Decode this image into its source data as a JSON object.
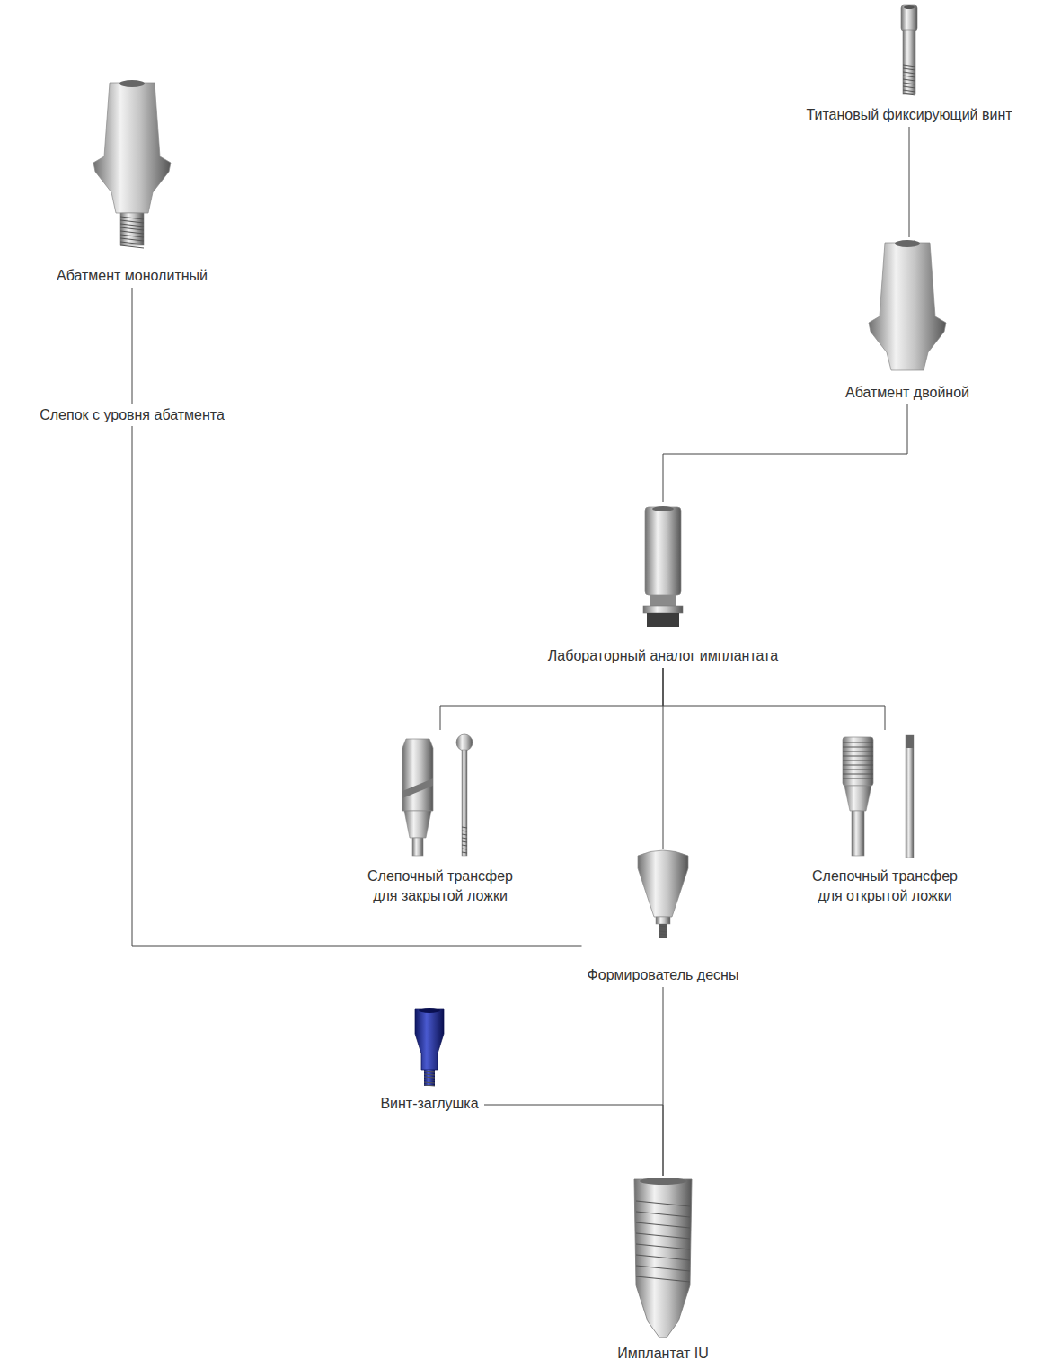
{
  "diagram": {
    "nodes": [
      {
        "text": [
          "Титановый фиксирующий винт"
        ]
      },
      {
        "text": [
          "Абатмент монолитный"
        ]
      },
      {
        "text": [
          "Абатмент двойной"
        ]
      },
      {
        "text": [
          "Лабораторный аналог имплантата"
        ]
      },
      {
        "text": [
          "Слепочный трансфер для закрытой ложки"
        ]
      },
      {
        "text": [
          "Слепочный трансфер для открытой ложки"
        ]
      },
      {
        "text": [
          "Формирователь десны"
        ]
      },
      {
        "text": [
          "Винт-заглушка"
        ]
      },
      {
        "text": [
          "Имплантат IU"
        ]
      }
    ],
    "edges": [
      {
        "from": 0,
        "to": 2,
        "arrow": "none"
      },
      {
        "from": 1,
        "to": 6,
        "label": "Слепок с уровня абатмента",
        "arrow": "none"
      },
      {
        "from": 2,
        "to": 3,
        "arrow": "none"
      },
      {
        "from": 3,
        "to": 4,
        "arrow": "none"
      },
      {
        "from": 3,
        "to": 5,
        "arrow": "none"
      },
      {
        "from": 3,
        "to": 6,
        "arrow": "none"
      },
      {
        "from": 6,
        "to": 8,
        "arrow": "none"
      },
      {
        "from": 7,
        "to": 8,
        "arrow": "none"
      }
    ]
  }
}
